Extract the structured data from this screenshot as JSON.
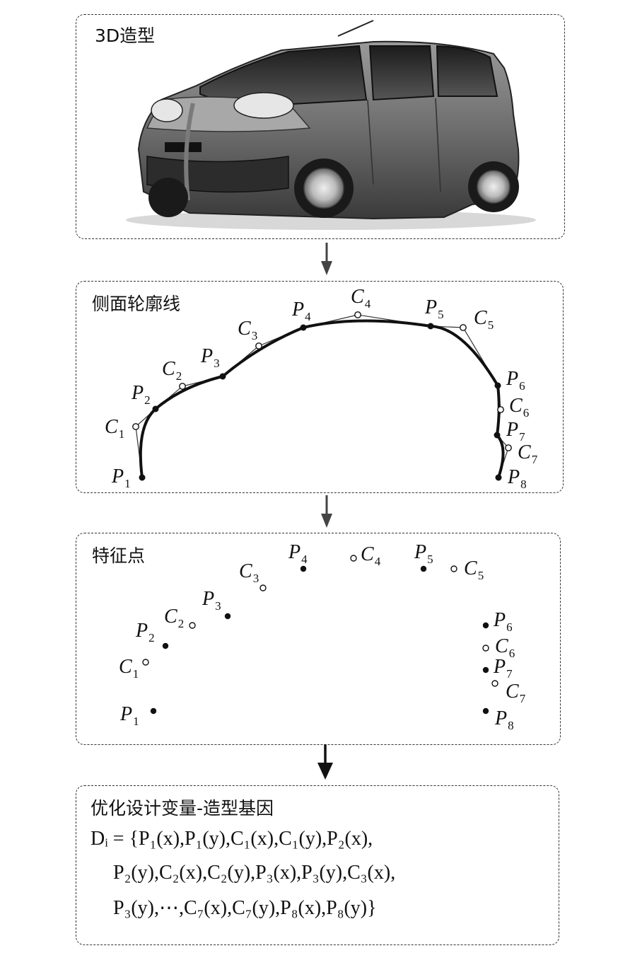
{
  "panels": {
    "p1_title": "3D造型",
    "p2_title": "侧面轮廓线",
    "p3_title": "特征点",
    "p4_title": "优化设计变量-造型基因"
  },
  "car_icon": "car-photo",
  "formula": {
    "line1": "Dᵢ = {P₁(x),P₁(y),C₁(x),C₁(y),P₂(x),",
    "line2": "P₂(y),C₂(x),C₂(y),P₃(x),P₃(y),C₃(x),",
    "line3": "P₃(y),⋯,C₇(x),C₇(y),P₈(x),P₈(y)}"
  },
  "points": [
    {
      "id": "P1",
      "letter": "P",
      "sub": "1",
      "kind": "anchor"
    },
    {
      "id": "C1",
      "letter": "C",
      "sub": "1",
      "kind": "control"
    },
    {
      "id": "P2",
      "letter": "P",
      "sub": "2",
      "kind": "anchor"
    },
    {
      "id": "C2",
      "letter": "C",
      "sub": "2",
      "kind": "control"
    },
    {
      "id": "P3",
      "letter": "P",
      "sub": "3",
      "kind": "anchor"
    },
    {
      "id": "C3",
      "letter": "C",
      "sub": "3",
      "kind": "control"
    },
    {
      "id": "P4",
      "letter": "P",
      "sub": "4",
      "kind": "anchor"
    },
    {
      "id": "C4",
      "letter": "C",
      "sub": "4",
      "kind": "control"
    },
    {
      "id": "P5",
      "letter": "P",
      "sub": "5",
      "kind": "anchor"
    },
    {
      "id": "C5",
      "letter": "C",
      "sub": "5",
      "kind": "control"
    },
    {
      "id": "P6",
      "letter": "P",
      "sub": "6",
      "kind": "anchor"
    },
    {
      "id": "C6",
      "letter": "C",
      "sub": "6",
      "kind": "control"
    },
    {
      "id": "P7",
      "letter": "P",
      "sub": "7",
      "kind": "anchor"
    },
    {
      "id": "C7",
      "letter": "C",
      "sub": "7",
      "kind": "control"
    },
    {
      "id": "P8",
      "letter": "P",
      "sub": "8",
      "kind": "anchor"
    }
  ]
}
